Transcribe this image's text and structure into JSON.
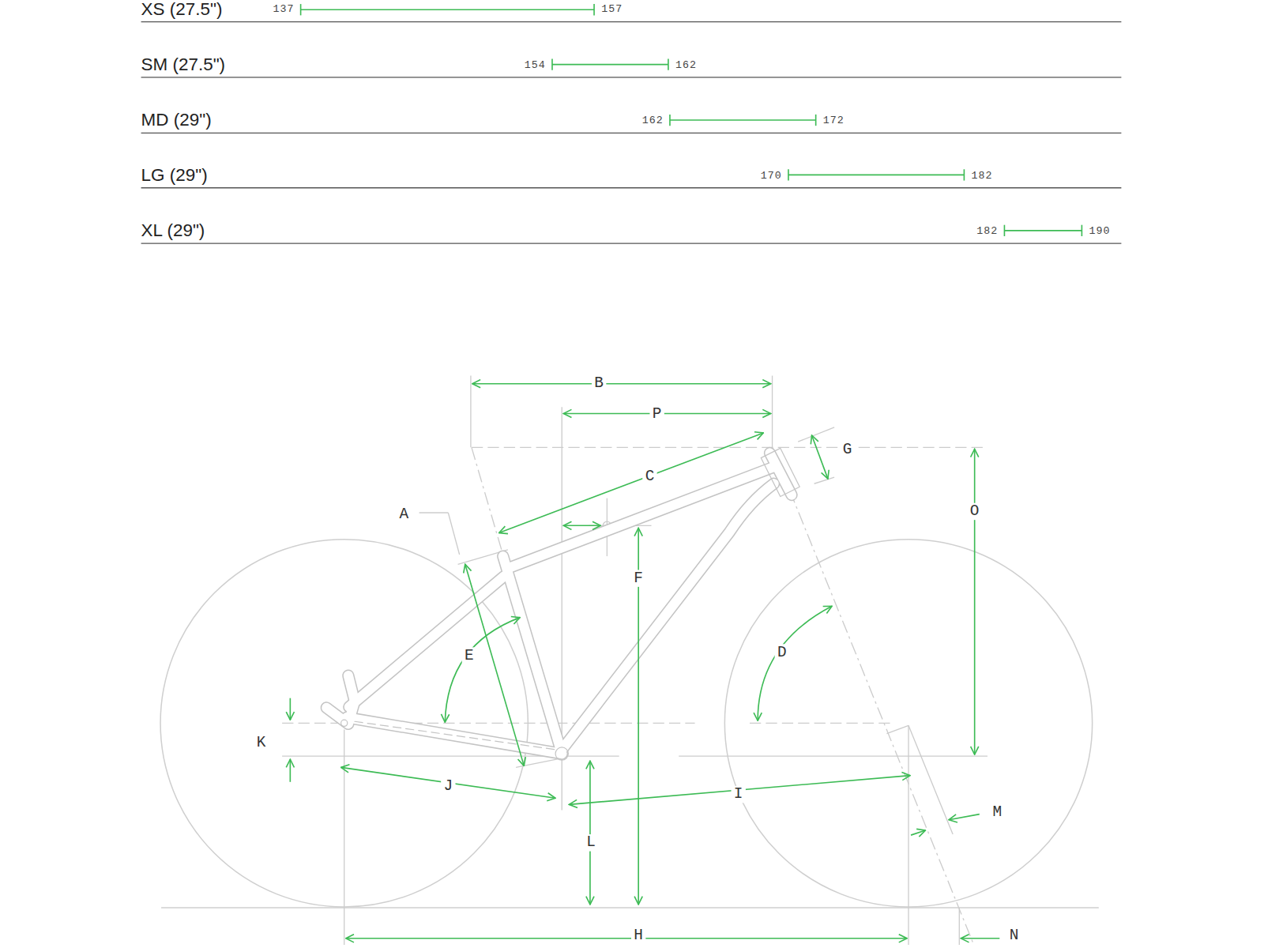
{
  "diagram": {
    "labels": [
      "XS (27.5\")",
      "137",
      "157",
      "SM (27.5\")",
      "154",
      "162",
      "MD (29\")",
      "162",
      "172",
      "LG (29\")",
      "170",
      "182",
      "XL (29\")",
      "182",
      "190",
      "B",
      "P",
      "G",
      "C",
      "O",
      "A",
      "F",
      "E",
      "D",
      "K",
      "J",
      "I",
      "M",
      "L",
      "H",
      "N"
    ]
  }
}
